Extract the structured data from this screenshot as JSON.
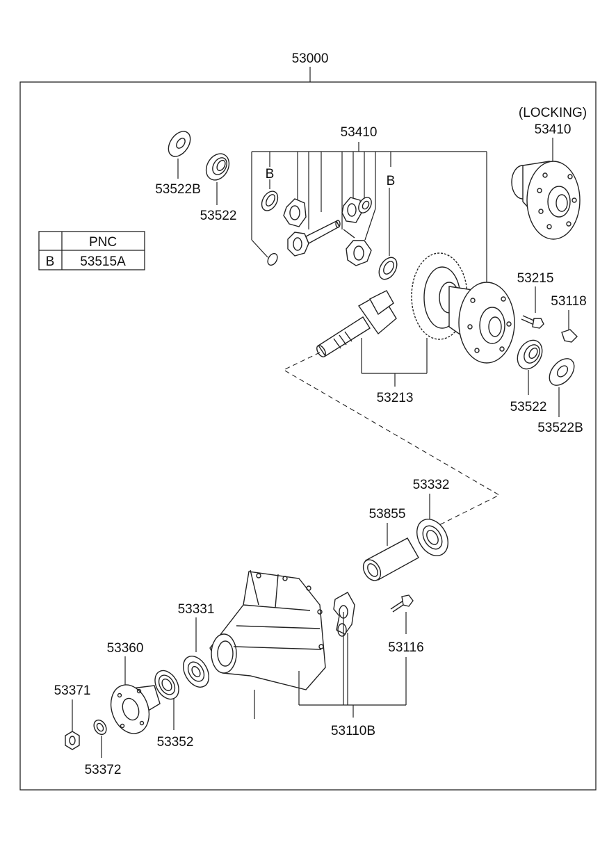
{
  "assembly": {
    "part_number": "53000"
  },
  "legend": {
    "col_header": "PNC",
    "row_key": "B",
    "row_value": "53515A"
  },
  "labels": {
    "p53410": "53410",
    "b_left": "B",
    "b_right": "B",
    "locking_note": "(LOCKING)",
    "p53410_locking": "53410",
    "p53522b_top": "53522B",
    "p53522_top": "53522",
    "p53215": "53215",
    "p53118": "53118",
    "p53213": "53213",
    "p53522_right": "53522",
    "p53522b_right": "53522B",
    "p53332": "53332",
    "p53855": "53855",
    "p53331": "53331",
    "p53360": "53360",
    "p53371": "53371",
    "p53116": "53116",
    "p53352": "53352",
    "p53110b": "53110B",
    "p53372": "53372"
  }
}
